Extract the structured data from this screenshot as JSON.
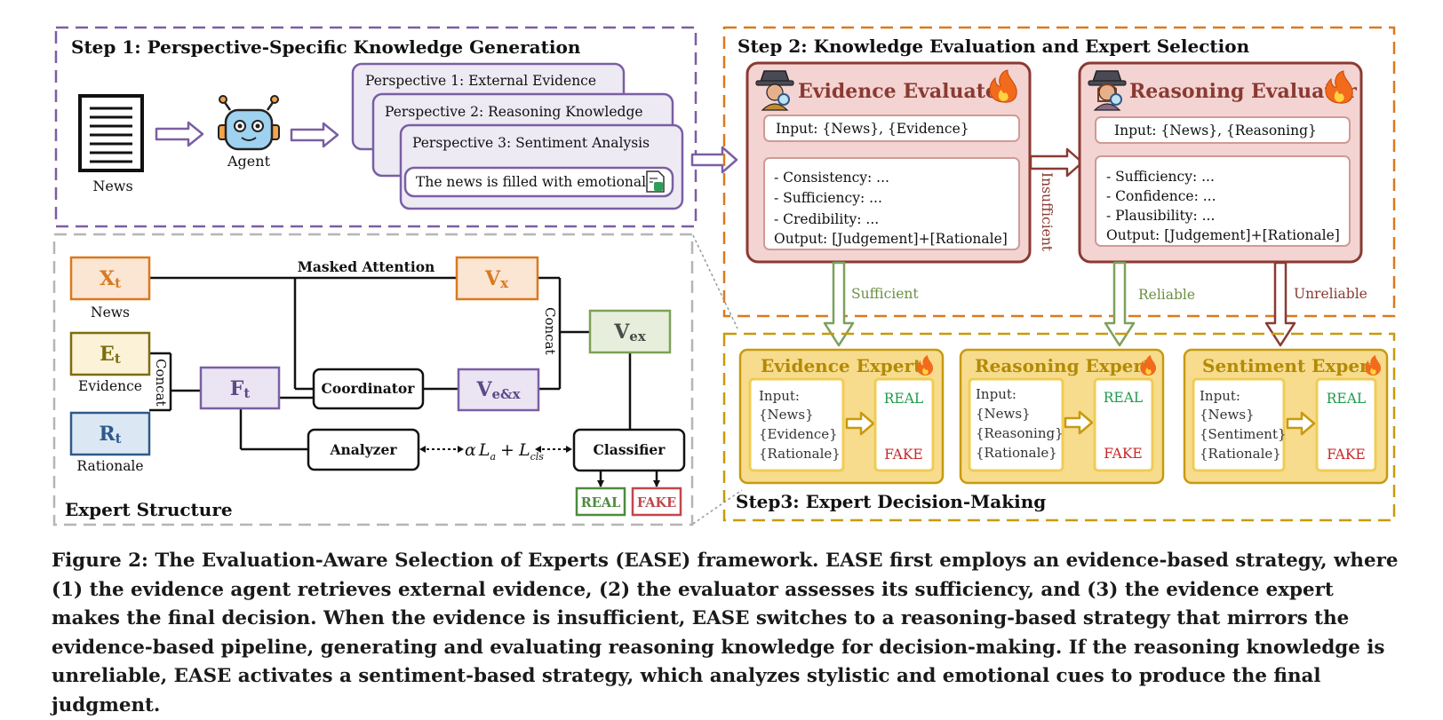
{
  "step1": {
    "title": "Step 1: Perspective-Specific Knowledge Generation",
    "news_label": "News",
    "agent_label": "Agent",
    "perspective_1": "Perspective 1: External Evidence",
    "perspective_2": "Perspective 2: Reasoning Knowledge",
    "perspective_3": "Perspective 3: Sentiment Analysis",
    "sentiment_text": "The news  is filled with emotional..."
  },
  "step2": {
    "title": "Step 2: Knowledge Evaluation and Expert Selection",
    "evidence_evaluator": {
      "title": "Evidence Evaluator",
      "input": "Input: {News}, {Evidence}",
      "criteria": [
        "- Consistency: ...",
        "- Sufficiency: ...",
        "- Credibility: ..."
      ],
      "output": "Output: [Judgement]+[Rationale]"
    },
    "reasoning_evaluator": {
      "title": "Reasoning Evaluator",
      "input": "Input: {News}, {Reasoning}",
      "criteria": [
        "- Sufficiency: ...",
        "- Confidence: ...",
        "- Plausibility: ..."
      ],
      "output": "Output: [Judgement]+[Rationale]"
    },
    "insufficient": "Insufficient",
    "sufficient": "Sufficient",
    "reliable": "Reliable",
    "unreliable": "Unreliable"
  },
  "step3": {
    "title": "Step3: Expert Decision-Making",
    "experts": [
      {
        "title": "Evidence Expert",
        "inputs": [
          "Input:",
          "{News}",
          "{Evidence}",
          "{Rationale}"
        ],
        "real": "REAL",
        "fake": "FAKE"
      },
      {
        "title": "Reasoning Expert",
        "inputs": [
          "Input:",
          "{News}",
          "{Reasoning}",
          "{Rationale}"
        ],
        "real": "REAL",
        "fake": "FAKE"
      },
      {
        "title": "Sentiment Expert",
        "inputs": [
          "Input:",
          "{News}",
          "{Sentiment}",
          "{Rationale}"
        ],
        "real": "REAL",
        "fake": "FAKE"
      }
    ]
  },
  "expert_structure": {
    "title": "Expert Structure",
    "xt": "X",
    "xt_sub": "t",
    "news": "News",
    "et": "E",
    "et_sub": "t",
    "evidence": "Evidence",
    "rt": "R",
    "rt_sub": "t",
    "rationale": "Rationale",
    "ft": "F",
    "ft_sub": "t",
    "vx": "V",
    "vx_sub": "x",
    "vex": "V",
    "vex_sub": "ex",
    "vex2": "V",
    "vex2_sub": "e&x",
    "masked_attention": "Masked Attention",
    "concat": "Concat",
    "coordinator": "Coordinator",
    "analyzer": "Analyzer",
    "classifier": "Classifier",
    "loss_alpha": "α",
    "loss_l": "L",
    "loss_a": "a",
    "loss_plus": "+",
    "loss_cls": "cls",
    "real": "REAL",
    "fake": "FAKE"
  },
  "colors": {
    "purple": "#7a5fa3",
    "orange": "#d97a1e",
    "gold": "#c79a0e",
    "brown_red": "#8a3a32",
    "green": "#7da05a",
    "blue": "#2f5a8a",
    "olive": "#7d6d10",
    "evaluator_fill": "#f3d4d2",
    "expert_fill": "#f7dc8e",
    "real_green": "#1e9b4a",
    "fake_red": "#c62828"
  },
  "caption": "Figure 2: The Evaluation-Aware Selection of Experts (EASE) framework. EASE first employs an evidence-based strategy, where (1) the evidence agent retrieves external evidence, (2) the evaluator assesses its sufficiency, and (3) the evidence expert makes the final decision. When the evidence is insufficient, EASE switches to a reasoning-based strategy that mirrors the evidence-based pipeline, generating and evaluating reasoning knowledge for decision-making. If the reasoning knowledge is unreliable, EASE activates a sentiment-based strategy, which analyzes stylistic and emotional cues to produce the final judgment."
}
